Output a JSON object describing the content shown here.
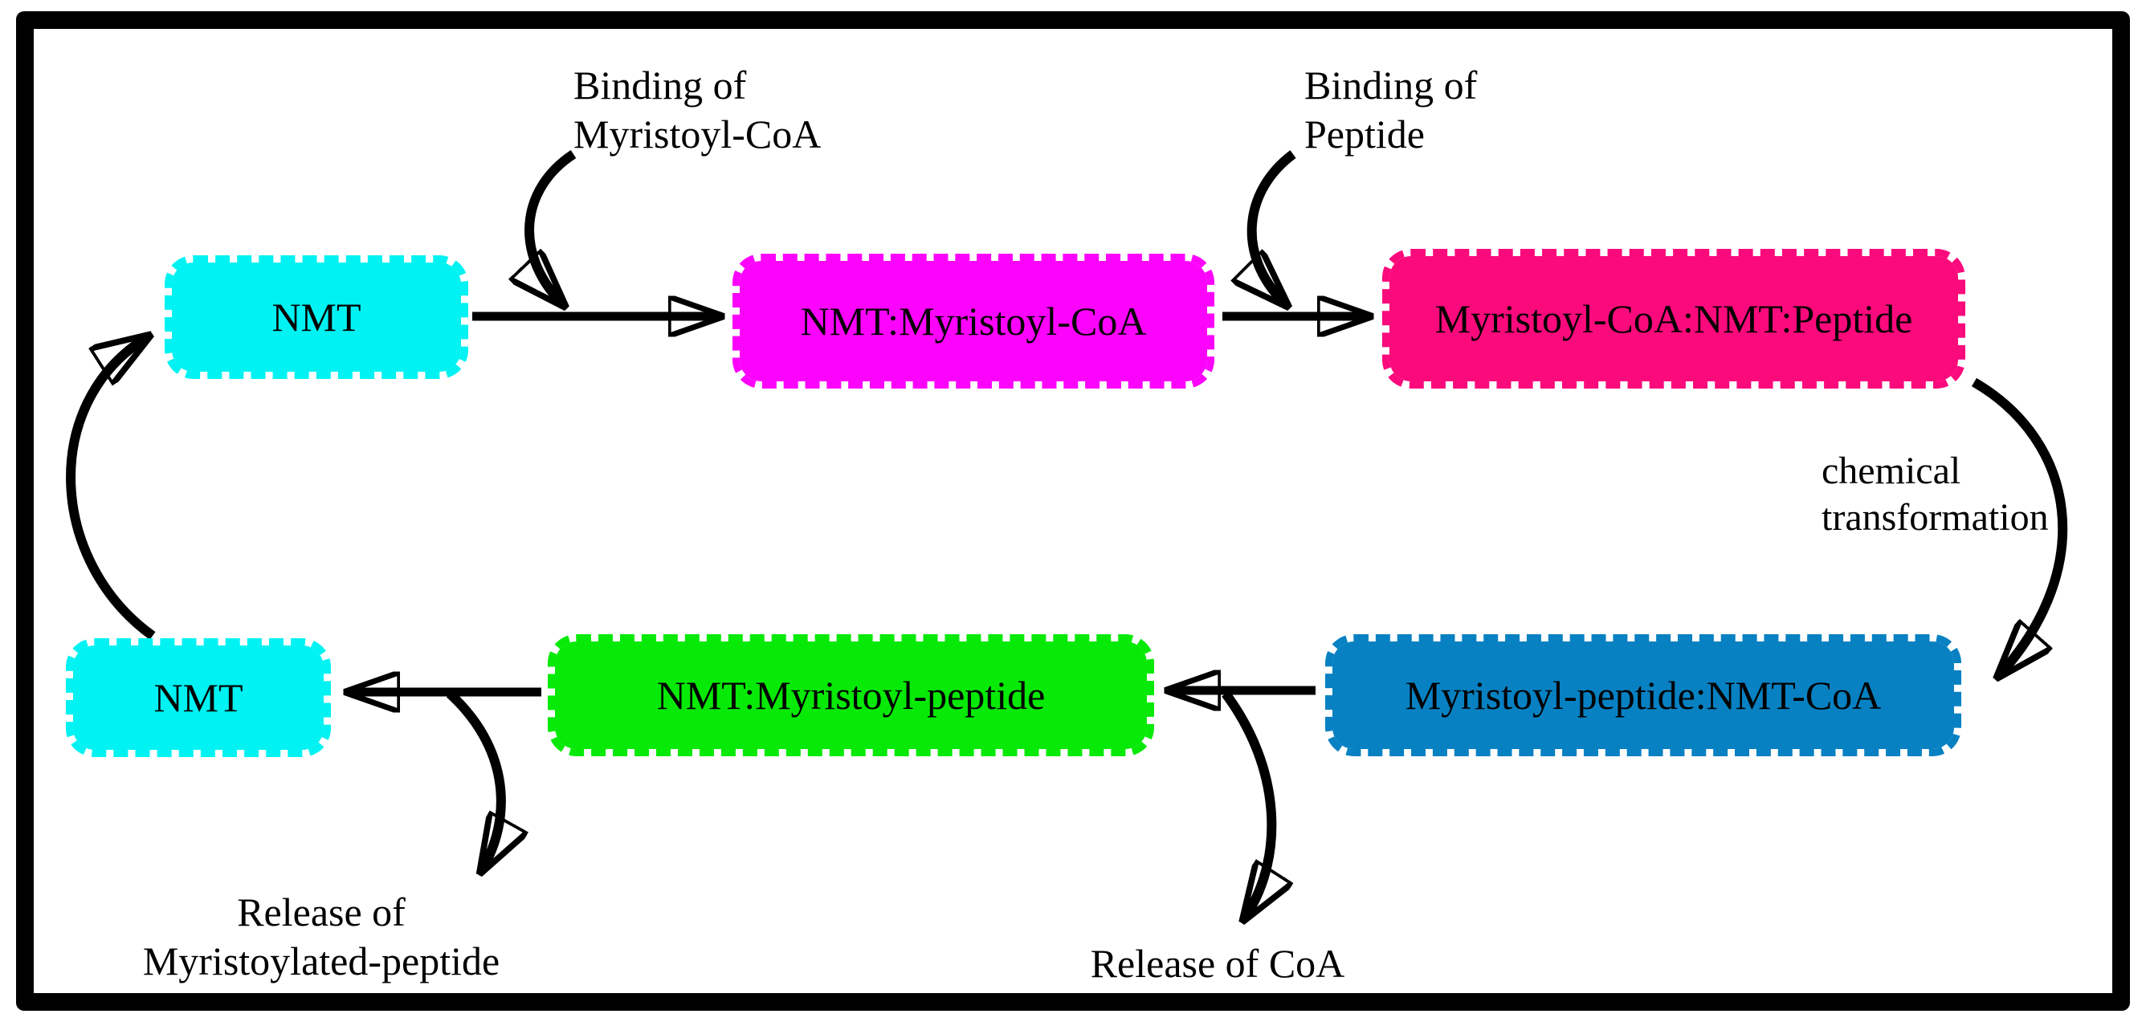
{
  "diagram": {
    "type": "cycle-flowchart",
    "nodes": [
      {
        "id": "nmt-start",
        "label": "NMT",
        "fill": "#00F2F2"
      },
      {
        "id": "nmt-myristoyl-coa",
        "label": "NMT:Myristoyl-CoA",
        "fill": "#FC04FC"
      },
      {
        "id": "myristoyl-coa-nmt-peptide",
        "label": "Myristoyl-CoA:NMT:Peptide",
        "fill": "#FB0A7C"
      },
      {
        "id": "myristoyl-peptide-nmt-coa",
        "label": "Myristoyl-peptide:NMT-CoA",
        "fill": "#0781C2"
      },
      {
        "id": "nmt-myristoyl-peptide",
        "label": "NMT:Myristoyl-peptide",
        "fill": "#07E907"
      },
      {
        "id": "nmt-end",
        "label": "NMT",
        "fill": "#00F2F2"
      }
    ],
    "annotations": [
      {
        "id": "binding-myristoyl-coa",
        "lines": [
          "Binding of",
          "Myristoyl-CoA"
        ]
      },
      {
        "id": "binding-peptide",
        "lines": [
          "Binding of",
          "Peptide"
        ]
      },
      {
        "id": "chemical-transformation",
        "lines": [
          "chemical",
          "transformation"
        ]
      },
      {
        "id": "release-myristoylated-peptide",
        "lines": [
          "Release of",
          "Myristoylated-peptide"
        ]
      },
      {
        "id": "release-coa",
        "lines": [
          "Release of CoA"
        ]
      }
    ],
    "colors": {
      "arrow": "#000000",
      "frame": "#000000",
      "text": "#000000",
      "background": "#FFFFFF"
    }
  }
}
